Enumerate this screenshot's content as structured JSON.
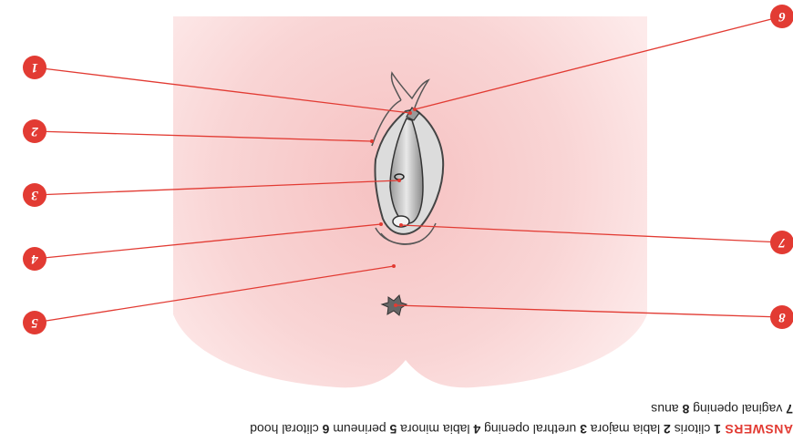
{
  "markers": [
    {
      "number": "1",
      "color": "#e23b33"
    },
    {
      "number": "2",
      "color": "#e23b33"
    },
    {
      "number": "3",
      "color": "#e23b33"
    },
    {
      "number": "4",
      "color": "#e23b33"
    },
    {
      "number": "5",
      "color": "#e23b33"
    },
    {
      "number": "6",
      "color": "#e23b33"
    },
    {
      "number": "7",
      "color": "#e23b33"
    },
    {
      "number": "8",
      "color": "#e23b33"
    }
  ],
  "answers": {
    "heading": "ANSWERS",
    "items": [
      {
        "number": "1",
        "label": "clitoris"
      },
      {
        "number": "2",
        "label": "labia majora"
      },
      {
        "number": "3",
        "label": "urethral opening"
      },
      {
        "number": "4",
        "label": "labia minora"
      },
      {
        "number": "5",
        "label": "perineum"
      },
      {
        "number": "6",
        "label": "clitoral hood"
      },
      {
        "number": "7",
        "label": "vaginal opening"
      },
      {
        "number": "8",
        "label": "anus"
      }
    ]
  },
  "colors": {
    "accent": "#e23b33",
    "skin": "#f7c9c9",
    "skin_light": "#fde9e9"
  }
}
